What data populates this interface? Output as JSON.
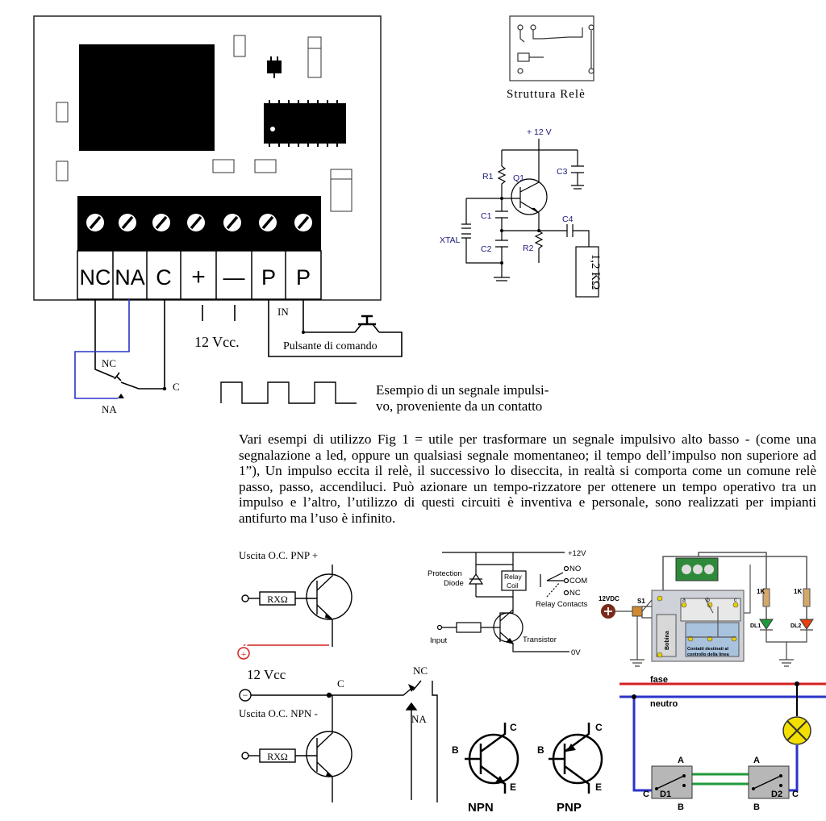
{
  "board": {
    "terminals": [
      "NC",
      "NA",
      "C",
      "+",
      "—",
      "P",
      "P"
    ],
    "in_label": "IN",
    "supply_label": "12 Vcc.",
    "button_label": "Pulsante di comando",
    "switch_nc": "NC",
    "switch_na": "NA",
    "switch_c": "C"
  },
  "relay_structure": {
    "caption": "Struttura Relè"
  },
  "oscillator": {
    "supply": "+ 12 V",
    "r1": "R1",
    "q1": "Q1",
    "c3": "C3",
    "c1": "C1",
    "c2": "C2",
    "c4": "C4",
    "r2": "R2",
    "xtal": "XTAL",
    "load": "1,2 KΩ"
  },
  "signal": {
    "description_line1": "Esempio di un segnale impulsi-",
    "description_line2": "vo, proveniente da un contatto"
  },
  "paragraph": "Vari esempi di utilizzo Fig 1 = utile per trasformare un segnale impulsivo alto basso - (come una segnalazione a led, oppure un qualsiasi segnale momentaneo; il tempo dell’impulso non superiore ad 1”), Un impulso eccita il relè, il successivo lo diseccita, in realtà si comporta come un comune relè passo, passo, accendiluci. Può azionare un tempo-rizzatore per ottenere un tempo operativo tra un impulso e l’altro, l’utilizzo di questi circuiti è inventiva e personale, sono realizzati per impianti antifurto ma l’uso è infinito.",
  "outputs": {
    "pnp_label": "Uscita O.C. PNP +",
    "npn_label": "Uscita O.C. NPN -",
    "resistor": "RXΩ",
    "vcc": "12 Vcc",
    "plus_symbol": "+",
    "minus_symbol": "−",
    "c_label": "C",
    "nc_label": "NC",
    "na_label": "NA"
  },
  "relay_driver": {
    "v12": "+12V",
    "no": "NO",
    "com": "COM",
    "nc": "NC",
    "protection1": "Protection",
    "protection2": "Diode",
    "coil1": "Relay",
    "coil2": "Coil",
    "contacts": "Relay Contacts",
    "input": "Input",
    "transistor": "Transistor",
    "v0": "0V"
  },
  "module": {
    "v12dc": "12VDC",
    "s1": "S1",
    "bobina": "Bobina",
    "contacts1": "Contatti destinati al",
    "contacts2": "controllo della linea",
    "k1a": "1K",
    "k1b": "1K",
    "dl1": "DL1",
    "dl2": "DL2",
    "a": "a",
    "b": "b",
    "c": "c"
  },
  "symbols": {
    "npn": "NPN",
    "pnp": "PNP",
    "b": "B",
    "c": "C",
    "e": "E"
  },
  "deviator": {
    "fase": "fase",
    "neutro": "neutro",
    "d1": "D1",
    "d2": "D2",
    "a": "A",
    "b": "B",
    "c": "C"
  },
  "colors": {
    "red": "#d42020",
    "blue": "#2a34c8",
    "green": "#1e9a3a",
    "black": "#000000"
  }
}
